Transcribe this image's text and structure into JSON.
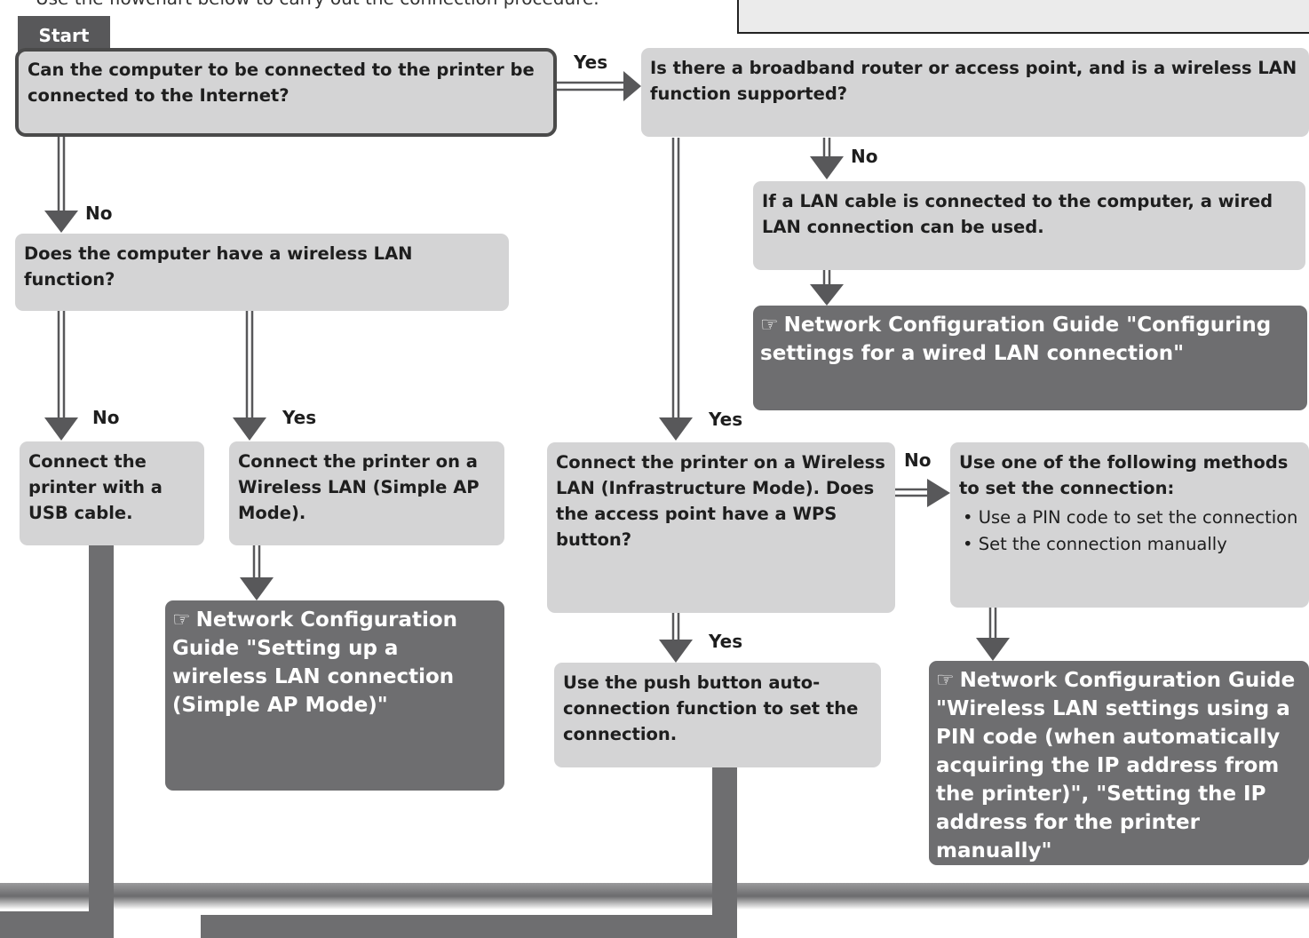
{
  "header": {
    "cut_text": "Use the flowchart below to carry out the connection procedure."
  },
  "start_label": "Start",
  "labels": {
    "yes": "Yes",
    "no": "No"
  },
  "ref_icon": "pointing-hand-icon",
  "colors": {
    "question_box": "#d4d4d5",
    "reference_box": "#6e6e70",
    "arrow": "#58585a",
    "start_tab": "#58585a"
  },
  "nodes": {
    "q_internet": "Can the computer to be connected to the printer be connected to the Internet?",
    "q_router": "Is there a broadband router or access point, and is a wireless LAN function supported?",
    "wired_lan": "If a LAN cable is connected to the computer, a wired LAN connection can be used.",
    "ref_wired": "Network Configuration Guide \"Configuring settings for a wired LAN connection\"",
    "q_wireless_pc": "Does the computer have a wireless LAN function?",
    "usb": "Connect the printer with a USB cable.",
    "simple_ap": "Connect the printer on a Wireless LAN (Simple AP Mode).",
    "ref_simple_ap": "Network Configuration Guide \"Setting up a wireless LAN connection (Simple AP Mode)\"",
    "infra": "Connect the printer on a Wireless LAN (Infrastructure Mode). Does the access point have a WPS button?",
    "methods_title": "Use one of the following methods to set the connection:",
    "methods": [
      "Use a PIN code to set the connection",
      "Set the connection manually"
    ],
    "push_button": "Use the push button auto-connection function to set the connection.",
    "ref_pin": "Network Configuration Guide \"Wireless LAN settings using a PIN code (when automatically acquiring the IP address from the printer)\", \"Setting the IP address for the printer manually\""
  }
}
